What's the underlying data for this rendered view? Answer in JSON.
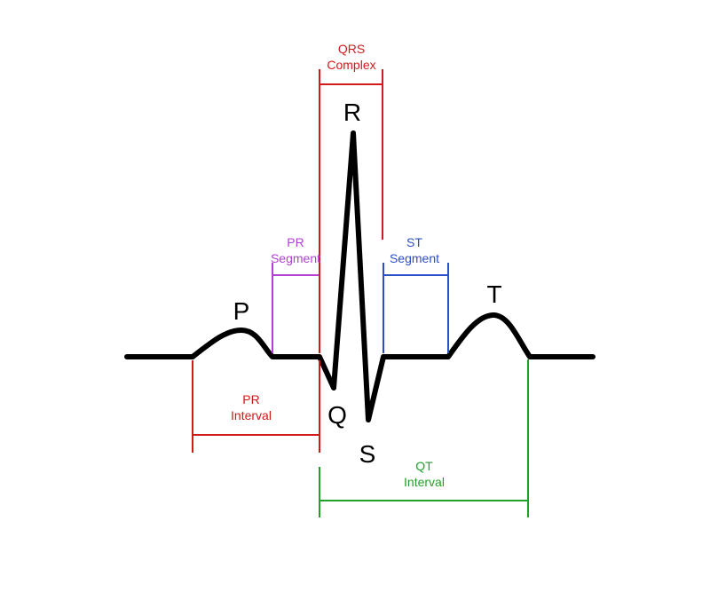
{
  "colors": {
    "trace": "#000000",
    "pr_interval": "#d11a1a",
    "qrs_complex": "#d11a1a",
    "pr_segment": "#b23fd6",
    "st_segment": "#2b4fc9",
    "qt_interval": "#22a02a"
  },
  "waves": {
    "p": "P",
    "q": "Q",
    "r": "R",
    "s": "S",
    "t": "T"
  },
  "annotations": {
    "qrs_complex": {
      "line1": "QRS",
      "line2": "Complex"
    },
    "pr_segment": {
      "line1": "PR",
      "line2": "Segment"
    },
    "st_segment": {
      "line1": "ST",
      "line2": "Segment"
    },
    "pr_interval": {
      "line1": "PR",
      "line2": "Interval"
    },
    "qt_interval": {
      "line1": "QT",
      "line2": "Interval"
    }
  }
}
